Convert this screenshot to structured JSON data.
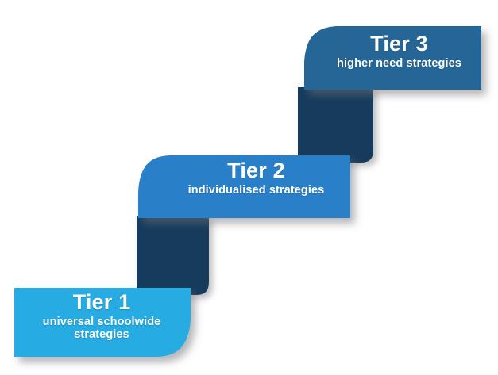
{
  "diagram": {
    "type": "stepped-ribbon-staircase",
    "background_color": "#ffffff",
    "connector_color": "#133A5B",
    "shadow_color": "rgba(120,120,125,0.45)",
    "text_color": "#ffffff",
    "tiers": [
      {
        "id": "tier-1",
        "title": "Tier 1",
        "subtitle": "universal schoolwide strategies",
        "subtitle_line_1": "universal schoolwide",
        "subtitle_line_2": "strategies",
        "color": "#26ABE2",
        "level": 1,
        "position": "bottom-left"
      },
      {
        "id": "tier-2",
        "title": "Tier 2",
        "subtitle": "individualised strategies",
        "subtitle_line_1": "individualised strategies",
        "subtitle_line_2": "",
        "color": "#2980C8",
        "level": 2,
        "position": "middle-center"
      },
      {
        "id": "tier-3",
        "title": "Tier 3",
        "subtitle": "higher need strategies",
        "subtitle_line_1": "higher need strategies",
        "subtitle_line_2": "",
        "color": "#256697",
        "level": 3,
        "position": "top-right"
      }
    ]
  }
}
